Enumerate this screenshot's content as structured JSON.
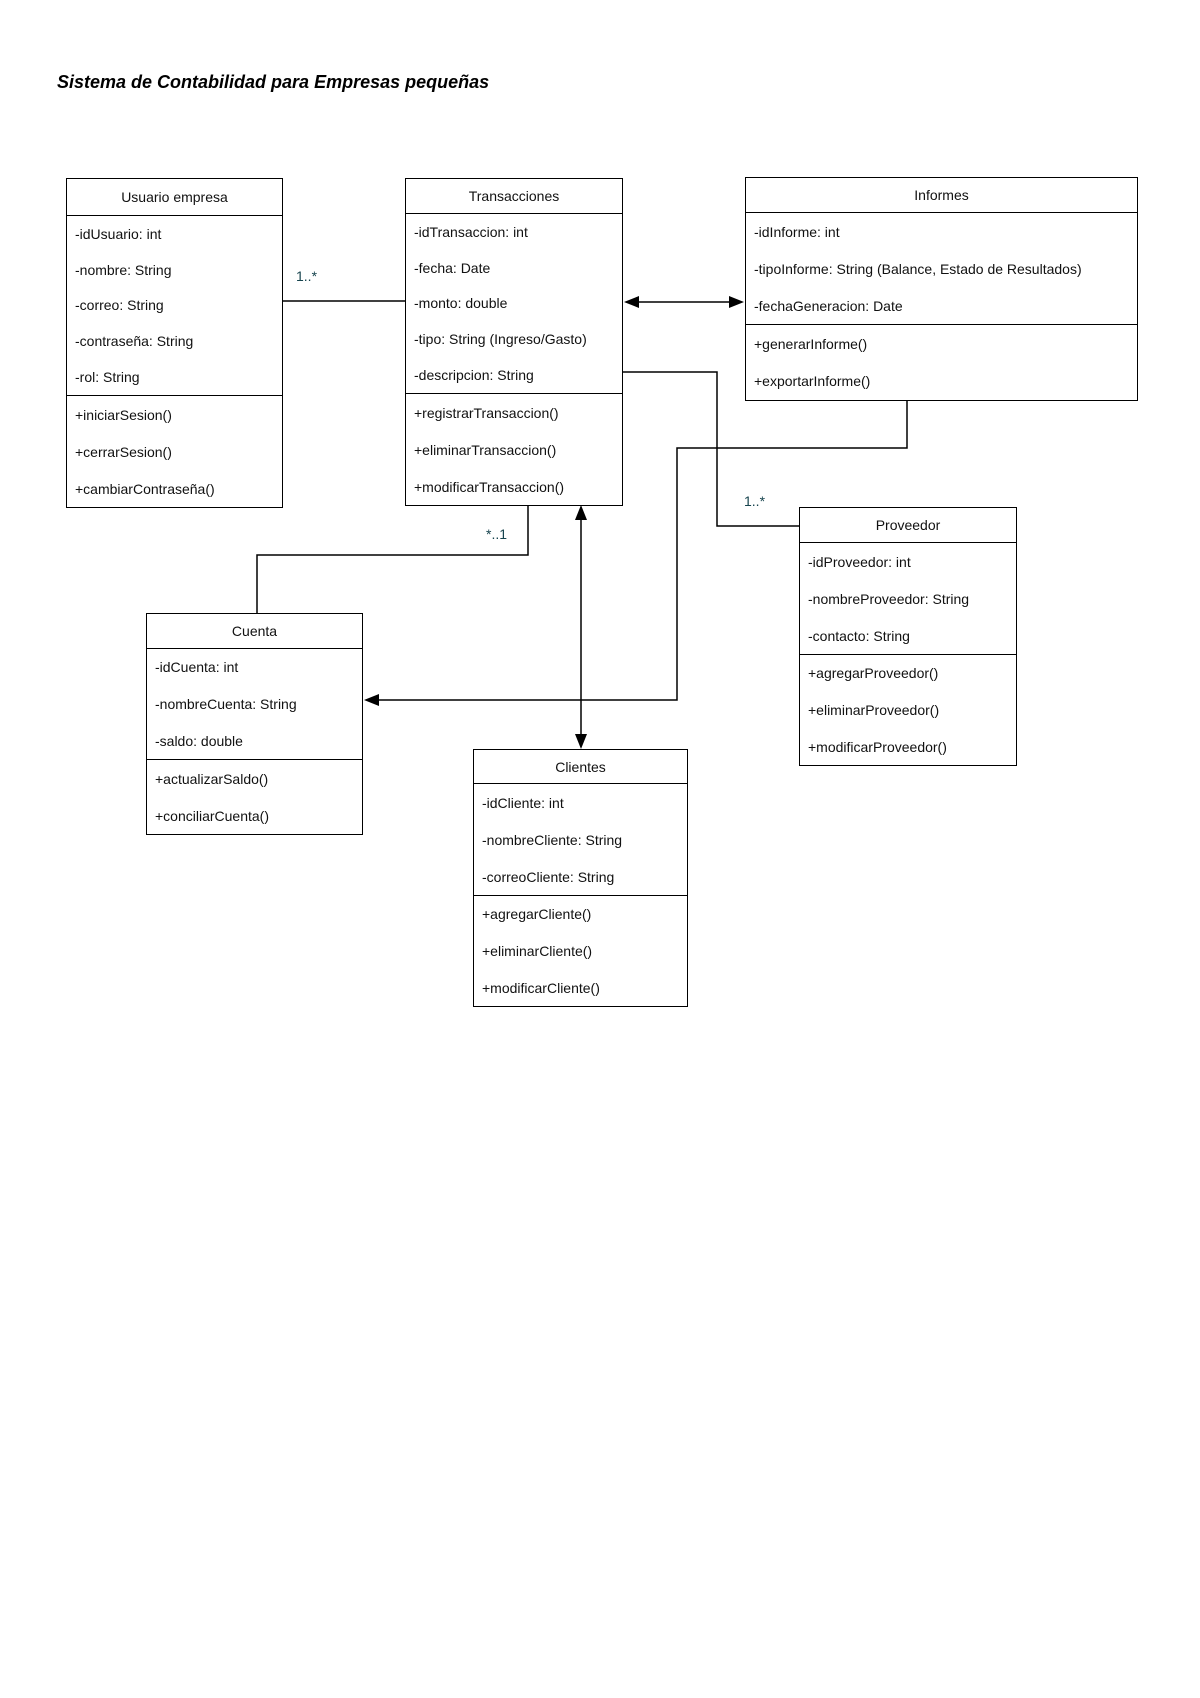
{
  "page_title": "Sistema de Contabilidad para Empresas pequeñas",
  "classes": {
    "usuario_empresa": {
      "title": "Usuario empresa",
      "attributes": [
        "-idUsuario: int",
        "-nombre: String",
        "-correo: String",
        "-contraseña: String",
        "-rol: String"
      ],
      "methods": [
        "+iniciarSesion()",
        "+cerrarSesion()",
        "+cambiarContraseña()"
      ]
    },
    "transacciones": {
      "title": "Transacciones",
      "attributes": [
        "-idTransaccion: int",
        "-fecha: Date",
        "-monto: double",
        "-tipo: String (Ingreso/Gasto)",
        "-descripcion: String"
      ],
      "methods": [
        "+registrarTransaccion()",
        "+eliminarTransaccion()",
        "+modificarTransaccion()"
      ]
    },
    "informes": {
      "title": "Informes",
      "attributes": [
        "-idInforme: int",
        "-tipoInforme: String (Balance, Estado de Resultados)",
        "-fechaGeneracion: Date"
      ],
      "methods": [
        "+generarInforme()",
        "+exportarInforme()"
      ]
    },
    "proveedor": {
      "title": "Proveedor",
      "attributes": [
        "-idProveedor: int",
        "-nombreProveedor: String",
        "-contacto: String"
      ],
      "methods": [
        "+agregarProveedor()",
        "+eliminarProveedor()",
        "+modificarProveedor()"
      ]
    },
    "cuenta": {
      "title": "Cuenta",
      "attributes": [
        "-idCuenta: int",
        "-nombreCuenta: String",
        "-saldo: double"
      ],
      "methods": [
        "+actualizarSaldo()",
        "+conciliarCuenta()"
      ]
    },
    "clientes": {
      "title": "Clientes",
      "attributes": [
        "-idCliente: int",
        "-nombreCliente: String",
        "-correoCliente: String"
      ],
      "methods": [
        "+agregarCliente()",
        "+eliminarCliente()",
        "+modificarCliente()"
      ]
    }
  },
  "multiplicities": {
    "usuario_transacciones": "1..*",
    "transacciones_cuenta": "*..1",
    "transacciones_proveedor": "1..*"
  },
  "colors": {
    "line": "#000000",
    "multiplicity_label": "#17444e",
    "background": "#ffffff"
  }
}
